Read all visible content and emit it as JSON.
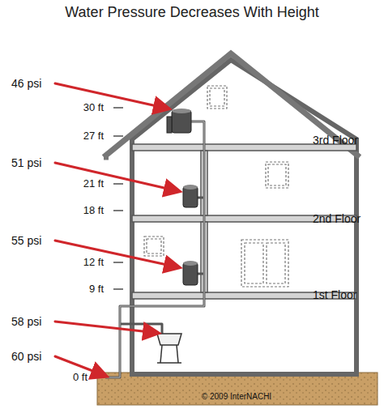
{
  "diagram": {
    "title": "Water Pressure Decreases With Height",
    "labels": [
      "46 psi",
      "30 ft",
      "27 ft",
      "3rd Floor",
      "51 psi",
      "21 ft",
      "18 ft",
      "2nd Floor",
      "55 psi",
      "12 ft",
      "9 ft",
      "1st Floor",
      "58 psi",
      "60 psi",
      "0 ft",
      "© 2009 InterNACHI"
    ]
  }
}
